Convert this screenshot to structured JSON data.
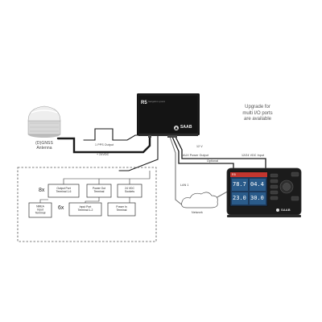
{
  "unit": {
    "model": "R5",
    "tagline": "Navigation system",
    "brand": "SAAB"
  },
  "antenna": {
    "label_line1": "(D)GNSS",
    "label_line2": "Antenna"
  },
  "signals": {
    "pps_output": "1 PPS Output",
    "dc_line": "+ 24VDC",
    "top_connector": "12 V",
    "aux_power": "AUX Power Output",
    "optional": "Optional",
    "power_input": "12/24 VDC Input",
    "lan": "LAN 1",
    "network": "Network"
  },
  "io_module": {
    "count_top": "8x",
    "count_bottom": "6x",
    "top_row": [
      {
        "line1": "Output Port",
        "line2": "Terminal 1-6"
      },
      {
        "line1": "Power Out",
        "line2": "Terminal"
      },
      {
        "line1": "24 VDC",
        "line2": "Sockets"
      }
    ],
    "bottom_row": [
      {
        "line1": "NMEA",
        "line2": "Input",
        "line3": "Terminal"
      },
      {
        "line1": "Input Port",
        "line2": "Terminal 1-2"
      },
      {
        "line1": "Power In",
        "line2": "Terminal"
      }
    ]
  },
  "note": {
    "line1": "Upgrade for",
    "line2": "multi I/O ports",
    "line3": "are available"
  },
  "cdu": {
    "brand": "SAAB",
    "screen": {
      "title": "R5",
      "value_1": "78.7",
      "value_2": "04.4",
      "value_3": "23.0",
      "value_4": "30.0"
    }
  },
  "colors": {
    "cable": "#1a1a1a",
    "unit_body": "#141414",
    "screen": "#1d3a5c",
    "accent_red": "#c2362f",
    "dashed": "#555555"
  }
}
